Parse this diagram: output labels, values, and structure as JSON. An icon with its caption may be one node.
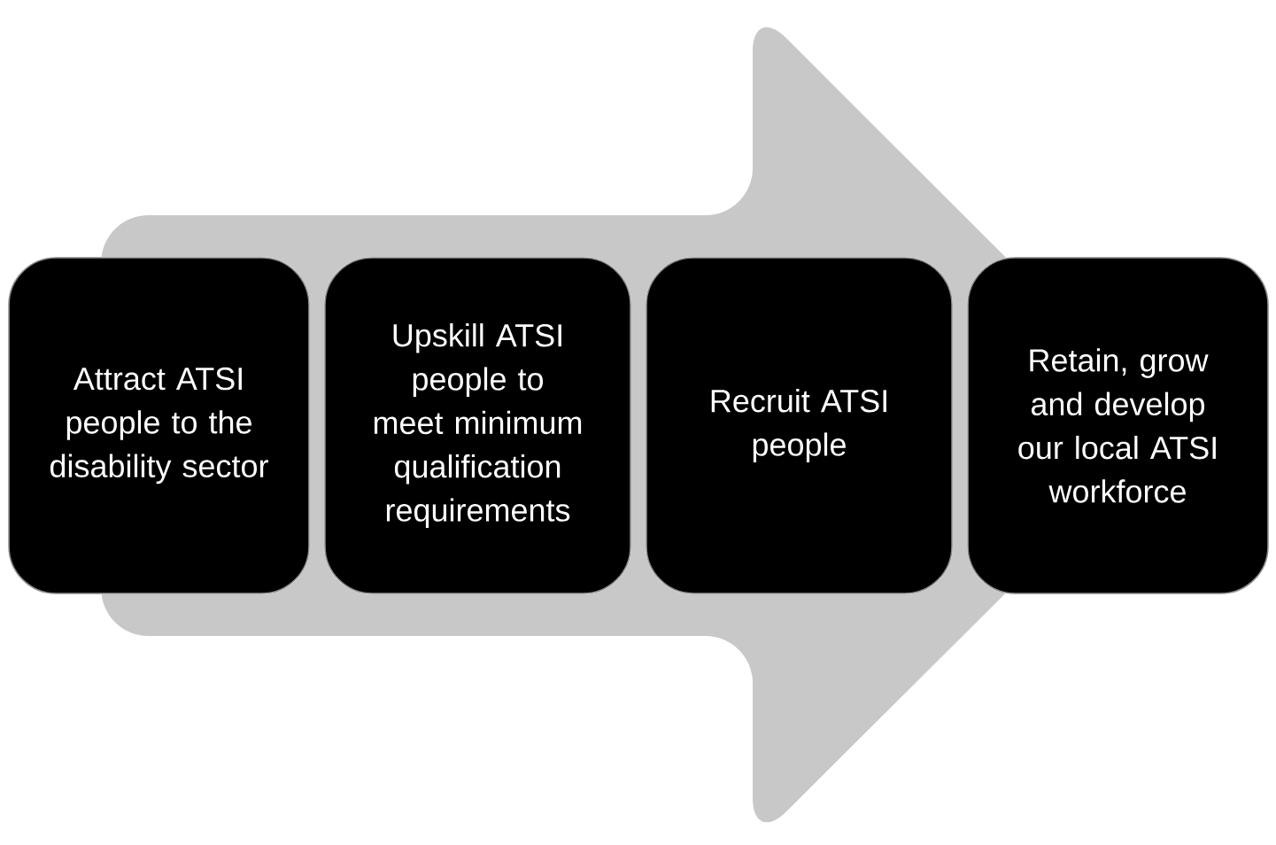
{
  "diagram": {
    "nodes": [
      {
        "text": [
          "Attract ATSI people to the disability sector"
        ]
      },
      {
        "text": [
          "Upskill ATSI people to meet minimum qualification requirements"
        ]
      },
      {
        "text": [
          "Recruit ATSI people"
        ]
      },
      {
        "text": [
          "Retain, grow and develop our local ATSI workforce"
        ]
      }
    ],
    "edges": [
      {
        "from": 0,
        "to": 3,
        "arrow": "to"
      }
    ]
  }
}
